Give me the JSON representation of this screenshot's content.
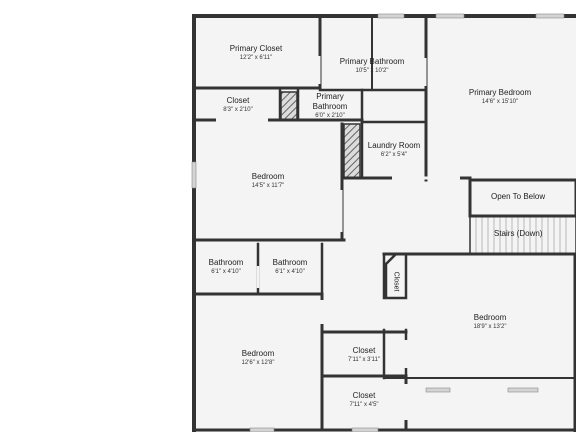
{
  "rooms": {
    "primary_closet": {
      "name": "Primary Closet",
      "dims": "12'2\" x 6'11\""
    },
    "primary_bathroom_top": {
      "name": "Primary Bathroom",
      "dims": "10'5\" x 10'2\""
    },
    "primary_bedroom": {
      "name": "Primary Bedroom",
      "dims": "14'6\" x 15'10\""
    },
    "closet_small": {
      "name": "Closet",
      "dims": "8'3\" x 2'10\""
    },
    "primary_bathroom_small": {
      "name_line1": "Primary",
      "name_line2": "Bathroom",
      "dims": "6'0\" x 2'10\""
    },
    "laundry_room": {
      "name": "Laundry Room",
      "dims": "6'2\" x 5'4\""
    },
    "bedroom_left_top": {
      "name": "Bedroom",
      "dims": "14'5\" x 11'7\""
    },
    "open_to_below": {
      "name": "Open To Below"
    },
    "stairs": {
      "name": "Stairs (Down)"
    },
    "bathroom_a": {
      "name": "Bathroom",
      "dims": "6'1\" x 4'10\""
    },
    "bathroom_b": {
      "name": "Bathroom",
      "dims": "6'1\" x 4'10\""
    },
    "closet_vertical": {
      "name": "Closet"
    },
    "bedroom_right": {
      "name": "Bedroom",
      "dims": "18'9\" x 13'2\""
    },
    "bedroom_left_bottom": {
      "name": "Bedroom",
      "dims": "12'6\" x 12'8\""
    },
    "closet_mid": {
      "name": "Closet",
      "dims": "7'11\" x 3'11\""
    },
    "closet_bottom": {
      "name": "Closet",
      "dims": "7'11\" x 4'5\""
    }
  },
  "colors": {
    "wall": "#333333",
    "floor": "#f4f4f4",
    "window": "#c9c9c9",
    "hatch": "#555555"
  }
}
